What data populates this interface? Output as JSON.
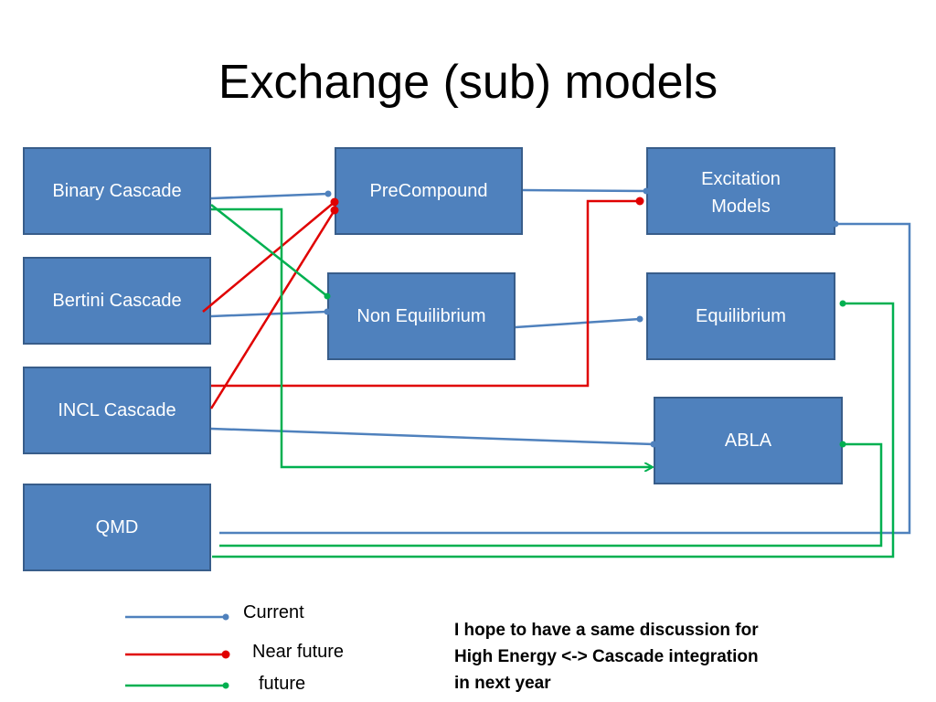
{
  "slide": {
    "title": "Exchange (sub) models"
  },
  "boxes": {
    "binary_cascade": "Binary Cascade",
    "bertini_cascade": "Bertini Cascade",
    "incl_cascade": "INCL Cascade",
    "qmd": "QMD",
    "precompound": "PreCompound",
    "non_equilibrium": "Non Equilibrium",
    "excitation_models": "Excitation\nModels",
    "equilibrium": "Equilibrium",
    "abla": "ABLA"
  },
  "legend": {
    "current": "Current",
    "near_future": "Near future",
    "future": "future"
  },
  "colors": {
    "box_fill": "#4f81bd",
    "box_border": "#385d8a",
    "current": "#4f81bd",
    "near_future": "#e00000",
    "future": "#00b050"
  },
  "note": "I hope to have a same discussion for\nHigh Energy <-> Cascade integration\nin next year"
}
